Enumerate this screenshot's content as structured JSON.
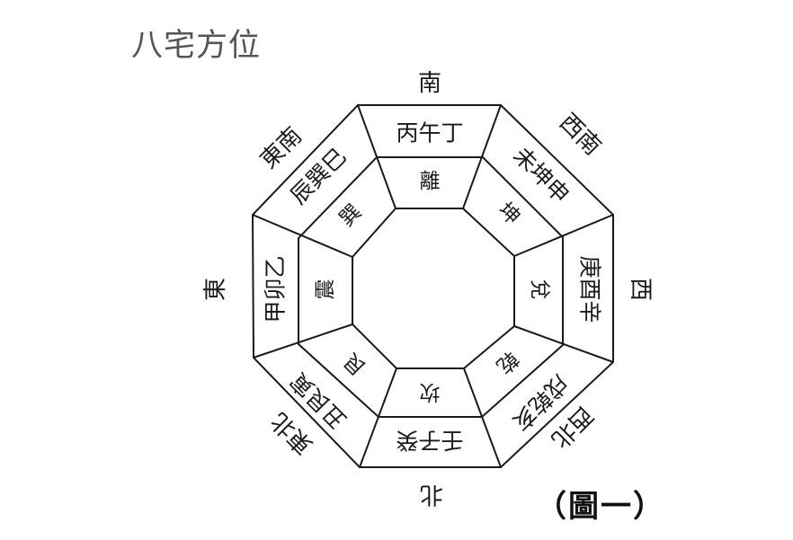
{
  "title": "八宅方位",
  "caption": "（圖一）",
  "directions": {
    "south": "南",
    "southwest": "西南",
    "west": "西",
    "northwest": "西北",
    "north": "北",
    "northeast": "東北",
    "east": "東",
    "southeast": "東南"
  },
  "mountains": {
    "south": "丙午丁",
    "southwest": "未坤申",
    "west": "庚酉辛",
    "northwest": "戌乾亥",
    "north": "壬子癸",
    "northeast": "丑艮寅",
    "east": "甲卯乙",
    "southeast": "辰巽巳"
  },
  "trigrams": {
    "south": "離",
    "southwest": "坤",
    "west": "兌",
    "northwest": "乾",
    "north": "坎",
    "northeast": "艮",
    "east": "震",
    "southeast": "巽"
  },
  "colors": {
    "line": "#1a1a1a",
    "title": "#555555",
    "background": "#ffffff"
  }
}
